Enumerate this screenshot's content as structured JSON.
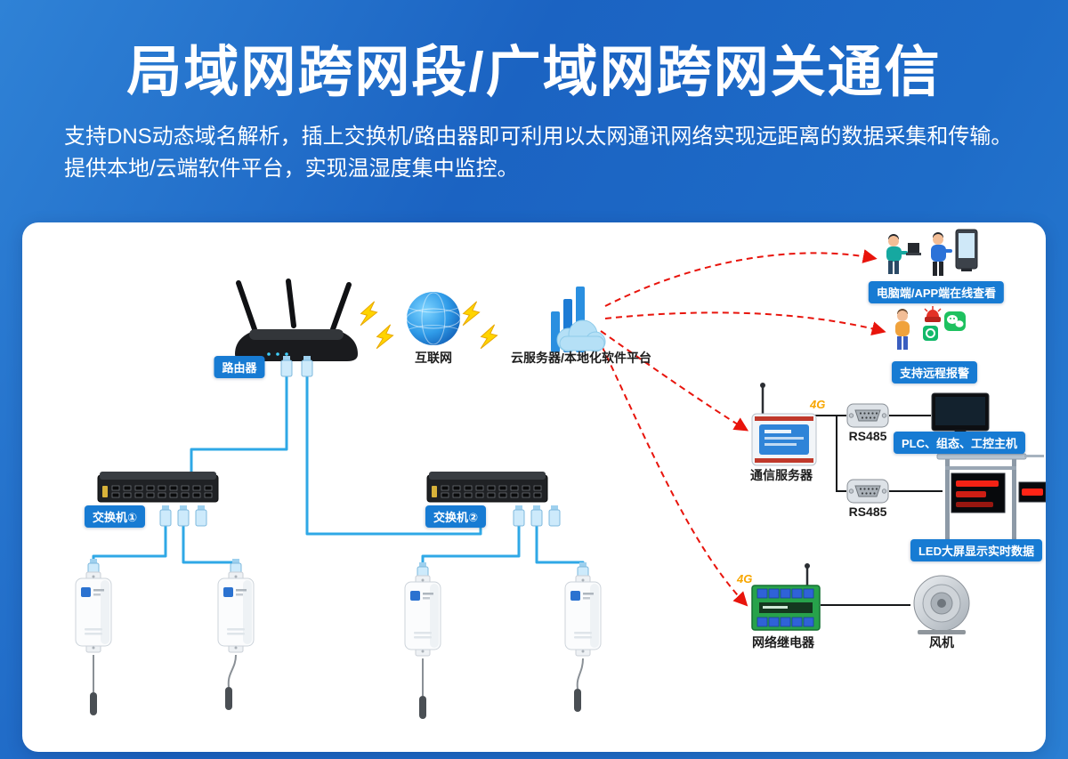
{
  "header": {
    "title": "局域网跨网段/广域网跨网关通信",
    "subtitle_line1": "支持DNS动态域名解析，插上交换机/路由器即可利用以太网通讯网络实现远距离的数据采集和传输。",
    "subtitle_line2": "提供本地/云端软件平台，实现温湿度集中监控。"
  },
  "diagram": {
    "labels": {
      "router": "路由器",
      "internet": "互联网",
      "cloud_platform": "云服务器/本地化软件平台",
      "pc_app_view": "电脑端/APP端在线查看",
      "remote_alarm": "支持远程报警",
      "comm_server": "通信服务器",
      "rs485_top": "RS485",
      "rs485_bottom": "RS485",
      "plc_host": "PLC、组态、工控主机",
      "led_screen": "LED大屏显示实时数据",
      "network_relay": "网络继电器",
      "fan": "风机",
      "switch_1": "交换机①",
      "switch_2": "交换机②",
      "g4_comm_server": "4G",
      "g4_relay": "4G"
    },
    "colors": {
      "background_blue": "#1e6cc8",
      "badge_blue": "#177bd3",
      "cable_blue": "#2fa8e6",
      "arrow_red": "#e8140c",
      "lightning_yellow": "#ffd400",
      "g4_orange": "#f7a600"
    }
  }
}
